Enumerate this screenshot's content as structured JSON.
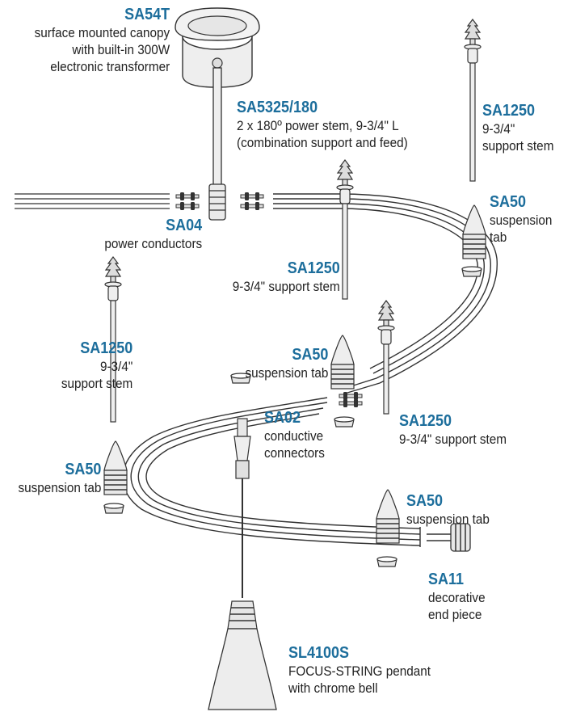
{
  "colors": {
    "code": "#1d6e9c",
    "text": "#222222",
    "line": "#333333",
    "fill": "#e6e6e6"
  },
  "labels": {
    "sa54t": {
      "code": "SA54T",
      "desc": "surface mounted canopy\nwith built-in 300W\nelectronic transformer"
    },
    "sa5325": {
      "code": "SA5325/180",
      "desc": "2 x 180º power stem, 9-3/4\" L\n(combination support and feed)"
    },
    "sa1250_top_right": {
      "code": "SA1250",
      "desc": "9-3/4\"\nsupport stem"
    },
    "sa50_right": {
      "code": "SA50",
      "desc": "suspension\ntab"
    },
    "sa04": {
      "code": "SA04",
      "desc": "power conductors"
    },
    "sa1250_center": {
      "code": "SA1250",
      "desc": "9-3/4\" support stem"
    },
    "sa1250_left": {
      "code": "SA1250",
      "desc": "9-3/4\"\nsupport stem"
    },
    "sa50_center": {
      "code": "SA50",
      "desc": "suspension tab"
    },
    "sa02": {
      "code": "SA02",
      "desc": "conductive\nconnectors"
    },
    "sa1250_lower_right": {
      "code": "SA1250",
      "desc": "9-3/4\" support stem"
    },
    "sa50_left": {
      "code": "SA50",
      "desc": "suspension tab"
    },
    "sa50_lower": {
      "code": "SA50",
      "desc": "suspension tab"
    },
    "sa11": {
      "code": "SA11",
      "desc": "decorative\nend piece"
    },
    "sl4100s": {
      "code": "SL4100S",
      "desc": "FOCUS-STRING pendant\nwith chrome bell"
    }
  }
}
